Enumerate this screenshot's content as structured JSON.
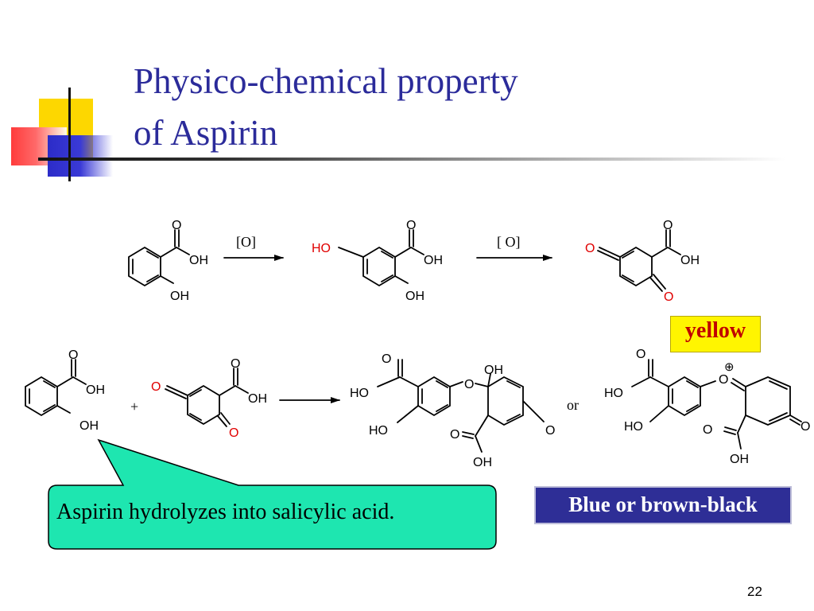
{
  "slide": {
    "title_line1": "Physico-chemical property",
    "title_line2": "of Aspirin",
    "page_number": "22"
  },
  "reaction": {
    "oxidant_1": "[O]",
    "oxidant_2": "[ O]",
    "plus": "+",
    "or": "or",
    "atom_O": "O",
    "atom_OH": "OH",
    "atom_HO": "HO",
    "charge": "⊕"
  },
  "labels": {
    "yellow": "yellow",
    "blue_black": "Blue or brown-black"
  },
  "callout": {
    "text": "Aspirin hydrolyzes into salicylic acid."
  },
  "colors": {
    "title": "#2b2b9a",
    "red_atom": "#e00000",
    "yellow_fill": "#fff500",
    "yellow_text": "#c00000",
    "blue_fill": "#2e2e96",
    "callout_fill": "#1ee6b0"
  }
}
